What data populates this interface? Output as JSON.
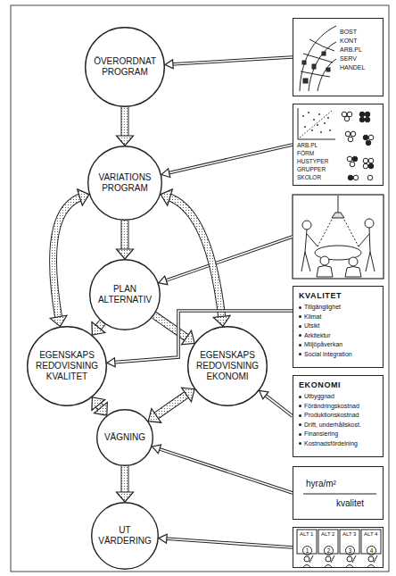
{
  "diagram": {
    "nodes": [
      {
        "text": [
          "ÖVERORDNAT PROGRAM"
        ]
      },
      {
        "text": [
          "VARIATIONS PROGRAM"
        ]
      },
      {
        "text": [
          "PLAN ALTERNATIV"
        ]
      },
      {
        "text": [
          "EGENSKAPS REDOVISNING KVALITET"
        ]
      },
      {
        "text": [
          "EGENSKAPS REDOVISNING EKONOMI"
        ]
      },
      {
        "text": [
          "VÄGNING"
        ]
      },
      {
        "text": [
          "UT VÄRDERING"
        ]
      },
      {
        "text": [
          "BOST",
          "KONT",
          "ARB.PL",
          "SERV",
          "HANDEL"
        ]
      },
      {
        "text": [
          "ARB.PL",
          "FÖRM",
          "HUSTYPER",
          "GRUPPER",
          "SKOLOR"
        ]
      },
      {
        "text": [
          "KVALITET",
          "Tillgänglighet",
          "Klimat",
          "Utsikt",
          "Arkitektur",
          "Miljöpåverkan",
          "Social integration"
        ]
      },
      {
        "text": [
          "EKONOMI",
          "Utbyggnad",
          "Förändringskostnad",
          "Produktionskostnad",
          "Drift, underhållskost.",
          "Finansiering",
          "Kostnadsfördelning"
        ]
      },
      {
        "text": [
          "hyra/m²",
          "kvalitet"
        ]
      },
      {
        "text": [
          "ALT 1",
          "1",
          "ALT 2",
          "2",
          "ALT 3",
          "3",
          "ALT 4",
          "4"
        ]
      }
    ],
    "edges": [
      {
        "from": 0,
        "to": 1,
        "arrow": "to"
      },
      {
        "from": 1,
        "to": 2,
        "arrow": "to"
      },
      {
        "from": 1,
        "to": 3,
        "arrow": "both"
      },
      {
        "from": 1,
        "to": 4,
        "arrow": "both"
      },
      {
        "from": 2,
        "to": 3,
        "arrow": "to"
      },
      {
        "from": 2,
        "to": 4,
        "arrow": "to"
      },
      {
        "from": 3,
        "to": 5,
        "arrow": "both"
      },
      {
        "from": 4,
        "to": 5,
        "arrow": "both"
      },
      {
        "from": 5,
        "to": 6,
        "arrow": "to"
      },
      {
        "from": 7,
        "to": 0,
        "arrow": "to"
      },
      {
        "from": 8,
        "to": 1,
        "arrow": "to"
      },
      {
        "from": 9,
        "to": 3,
        "arrow": "to"
      },
      {
        "from": 10,
        "to": 4,
        "arrow": "to"
      },
      {
        "from": 11,
        "to": 5,
        "arrow": "to"
      },
      {
        "from": 12,
        "to": 6,
        "arrow": "to"
      }
    ]
  }
}
